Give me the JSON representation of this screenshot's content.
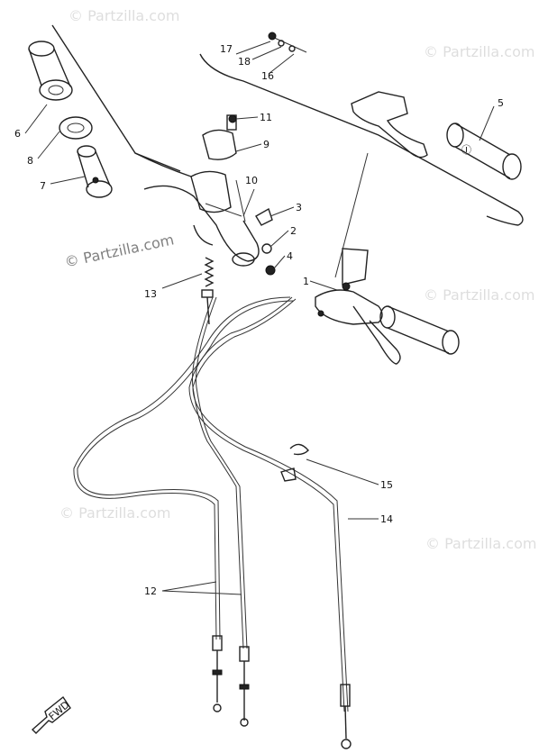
{
  "watermark": "© Partzilla.com",
  "callouts": [
    "1",
    "2",
    "3",
    "4",
    "5",
    "6",
    "7",
    "8",
    "9",
    "10",
    "11",
    "12",
    "13",
    "14",
    "15",
    "16",
    "17",
    "18"
  ],
  "fwd_label": "FWD",
  "colors": {
    "ink": "#222222",
    "background": "#ffffff"
  }
}
